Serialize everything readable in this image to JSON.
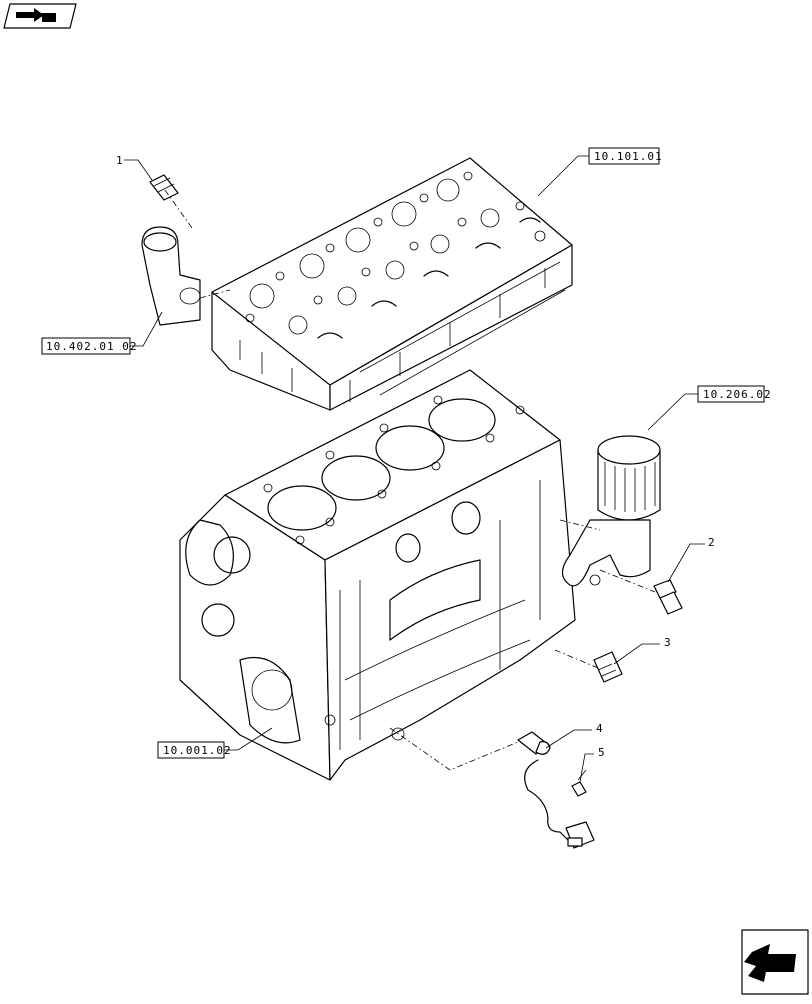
{
  "references": {
    "cylinder_head": "10.101.01",
    "thermostat_housing": "10.402.01 02",
    "oil_filter": "10.206.02",
    "engine_block": "10.001.02"
  },
  "callouts": {
    "item_1": "1",
    "item_2": "2",
    "item_3": "3",
    "item_4": "4",
    "item_5": "5"
  },
  "icons": {
    "top_left": "engine-catalog-icon",
    "bottom_right": "next-page-arrow-icon"
  }
}
